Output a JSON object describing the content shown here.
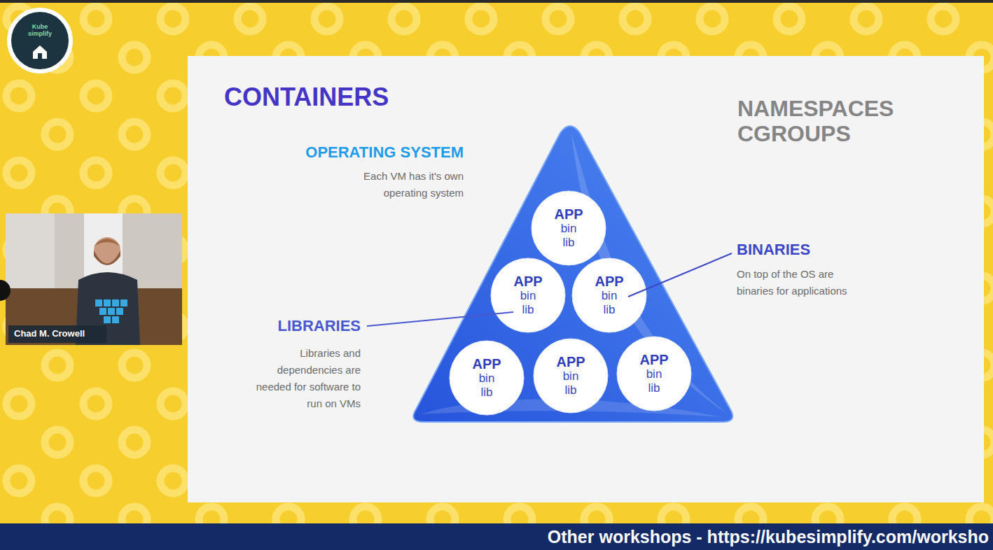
{
  "diagram": {
    "title": "CONTAINERS",
    "nodes": [
      {
        "text": [
          "APP",
          "bin",
          "lib"
        ]
      },
      {
        "text": [
          "APP",
          "bin",
          "lib"
        ]
      },
      {
        "text": [
          "APP",
          "bin",
          "lib"
        ]
      },
      {
        "text": [
          "APP",
          "bin",
          "lib"
        ]
      },
      {
        "text": [
          "APP",
          "bin",
          "lib"
        ]
      },
      {
        "text": [
          "APP",
          "bin",
          "lib"
        ]
      }
    ],
    "labels": [
      "Kube simplify",
      "Chad M. Crowell",
      "OPERATING SYSTEM",
      "Each VM has it's own operating system",
      "NAMESPACES",
      "CGROUPS",
      "BINARIES",
      "On top of the OS are binaries for applications",
      "LIBRARIES",
      "Libraries and dependencies are needed for software to run on VMs",
      "Other workshops - https://kubesimplify.com/worksho"
    ]
  }
}
